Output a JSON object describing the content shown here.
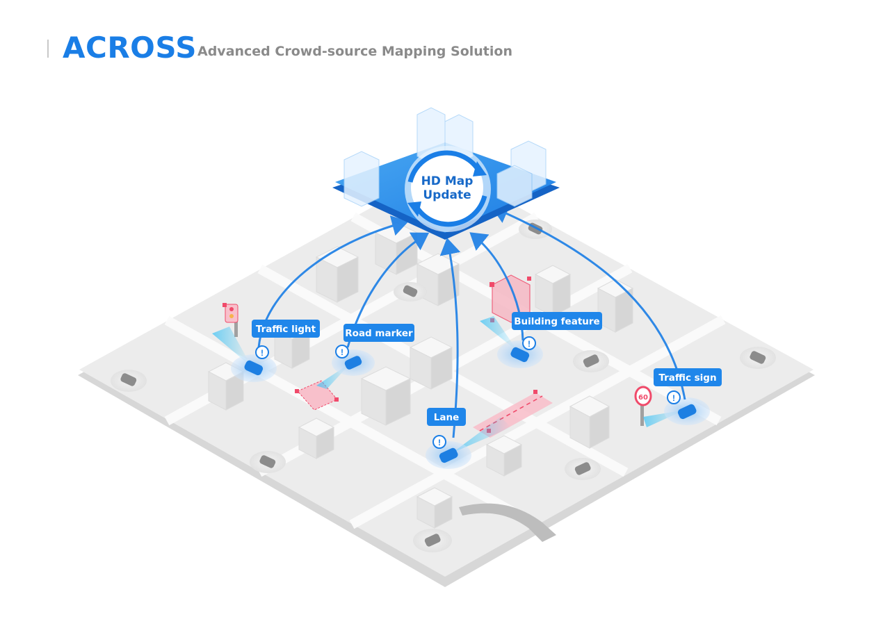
{
  "header": {
    "brand": "ACROSS",
    "subtitle": "Advanced Crowd-source Mapping Solution"
  },
  "hub": {
    "line1": "HD Map",
    "line2": "Update"
  },
  "labels": {
    "traffic_light": "Traffic light",
    "road_marker": "Road marker",
    "building_feature": "Building feature",
    "traffic_sign": "Traffic sign",
    "lane": "Lane"
  },
  "sign_value": "60",
  "alert_glyph": "!",
  "colors": {
    "accent": "#1a7ee6",
    "label_bg": "#1f86ea",
    "feature_red": "#f04a6a",
    "map_gray": "#e6e6e6"
  }
}
